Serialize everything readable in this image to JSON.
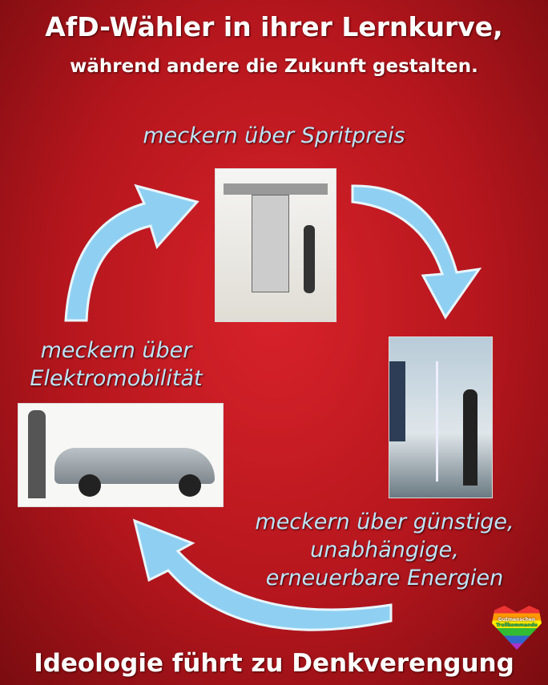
{
  "title": "AfD-Wähler in ihrer Lernkurve,",
  "subtitle": "während andere die Zukunft gestalten.",
  "steps": [
    {
      "label": "meckern über Spritpreis"
    },
    {
      "label_lines": [
        "meckern über günstige,",
        "unabhängige,",
        "erneuerbare Energien"
      ]
    },
    {
      "label_lines": [
        "meckern über",
        "Elektromobilität"
      ]
    }
  ],
  "footer": "Ideologie führt zu Denkverengung",
  "logo": {
    "line1": "Gutmenschen",
    "line2": "Trollkommando"
  },
  "colors": {
    "background": "#c0181f",
    "arrow": "#8fd0f2",
    "label": "#bfe4f7"
  }
}
